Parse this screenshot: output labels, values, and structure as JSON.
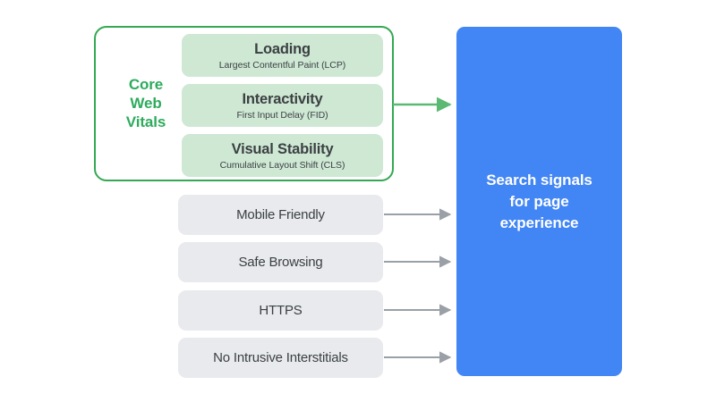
{
  "diagram": {
    "title": "Search signals for page experience",
    "colors": {
      "core_web_vitals_border": "#34a853",
      "core_web_vitals_label": "#2eab5d",
      "vital_pill_bg": "#cee8d4",
      "signal_pill_bg": "#e8eaed",
      "destination_bg": "#4285f4",
      "text_dark": "#3c4043",
      "text_light": "#ffffff",
      "arrow_green": "#5bb974",
      "arrow_grey": "#9aa0a6",
      "canvas_bg": "#ffffff"
    },
    "core_web_vitals": {
      "group_label": "Core\nWeb\nVitals",
      "group_label_line_1": "Core",
      "group_label_line_2": "Web",
      "group_label_line_3": "Vitals",
      "items": [
        {
          "title": "Loading",
          "subtitle": "Largest Contentful Paint (LCP)",
          "abbr": "LCP"
        },
        {
          "title": "Interactivity",
          "subtitle": "First Input Delay (FID)",
          "abbr": "FID"
        },
        {
          "title": "Visual Stability",
          "subtitle": "Cumulative Layout Shift (CLS)",
          "abbr": "CLS"
        }
      ]
    },
    "other_signals": [
      {
        "label": "Mobile Friendly"
      },
      {
        "label": "Safe Browsing"
      },
      {
        "label": "HTTPS"
      },
      {
        "label": "No Intrusive Interstitials"
      }
    ],
    "destination": {
      "label": "Search signals for page experience",
      "line_1": "Search signals",
      "line_2": "for page",
      "line_3": "experience"
    },
    "connectors": [
      {
        "from": "core-web-vitals-group",
        "to": "search-signals",
        "color": "green"
      },
      {
        "from": "mobile-friendly",
        "to": "search-signals",
        "color": "grey"
      },
      {
        "from": "safe-browsing",
        "to": "search-signals",
        "color": "grey"
      },
      {
        "from": "https",
        "to": "search-signals",
        "color": "grey"
      },
      {
        "from": "no-intrusive-interstitials",
        "to": "search-signals",
        "color": "grey"
      }
    ]
  }
}
